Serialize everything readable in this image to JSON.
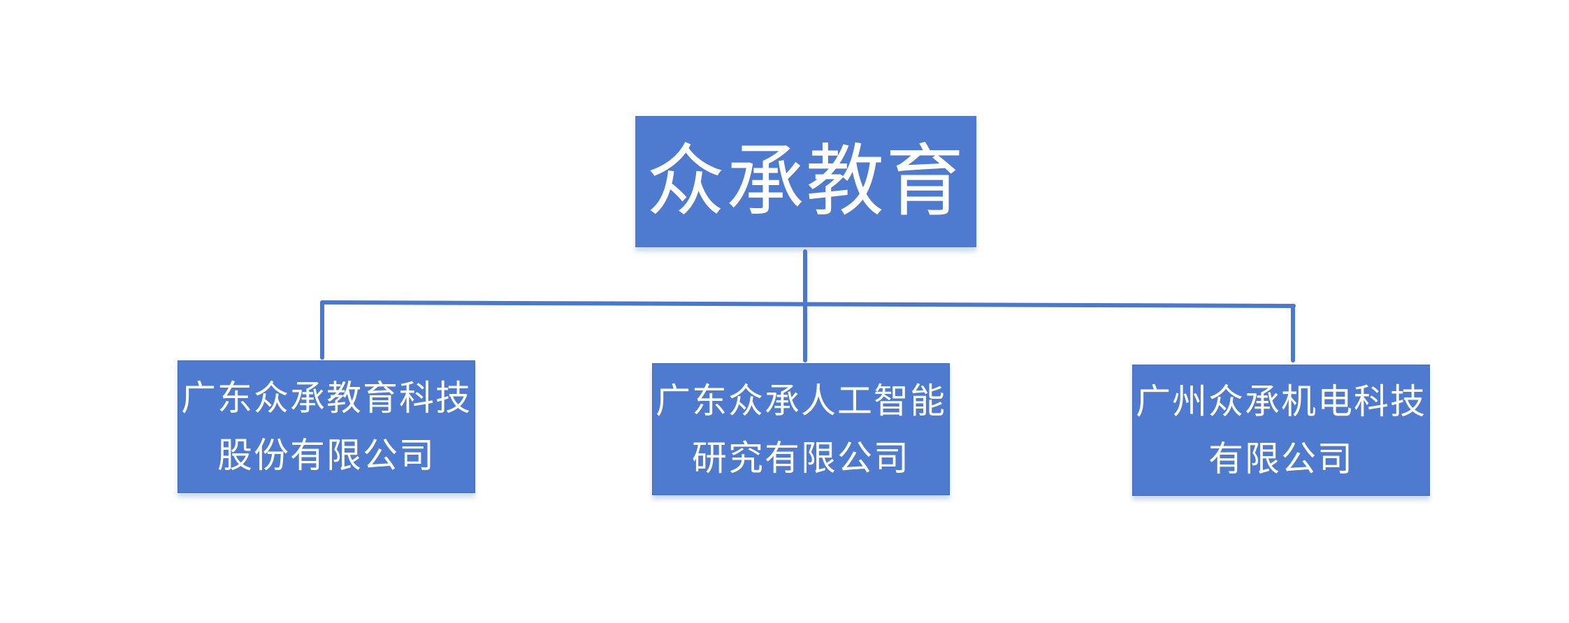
{
  "diagram": {
    "root": {
      "label": "众承教育"
    },
    "children": [
      {
        "line1": "广东众承教育科技",
        "line2": "股份有限公司"
      },
      {
        "line1": "广东众承人工智能",
        "line2": "研究有限公司"
      },
      {
        "line1": "广州众承机电科技",
        "line2": "有限公司"
      }
    ]
  },
  "colors": {
    "box_fill": "#4e7bcf",
    "connector": "#4a78cc",
    "text": "#ffffff"
  }
}
